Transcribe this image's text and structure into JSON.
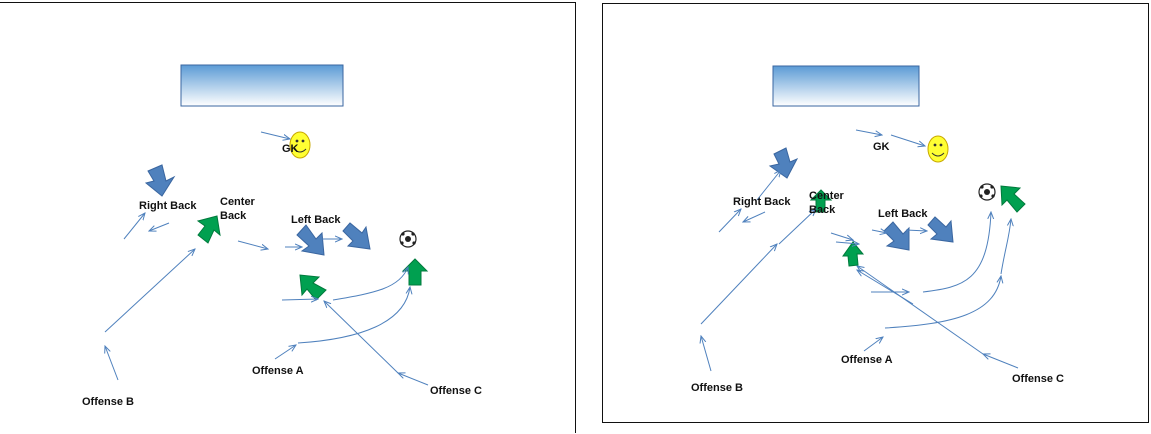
{
  "labels": {
    "gk": "GK",
    "right_back": "Right Back",
    "center_back_line1": "Center",
    "center_back_line2": "Back",
    "left_back": "Left Back",
    "offense_a": "Offense A",
    "offense_b": "Offense B",
    "offense_c": "Offense C"
  },
  "colors": {
    "defender_arrow": "#4f81bd",
    "attacker_arrow": "#00a050",
    "run_line": "#4f81bd",
    "goal_top": "#5b9bd5",
    "goal_bottom": "#ffffff",
    "gk_face": "#ffff33",
    "border": "#111111"
  },
  "icons": {
    "gk": "smiley-face-icon",
    "ball": "soccer-ball-icon"
  }
}
